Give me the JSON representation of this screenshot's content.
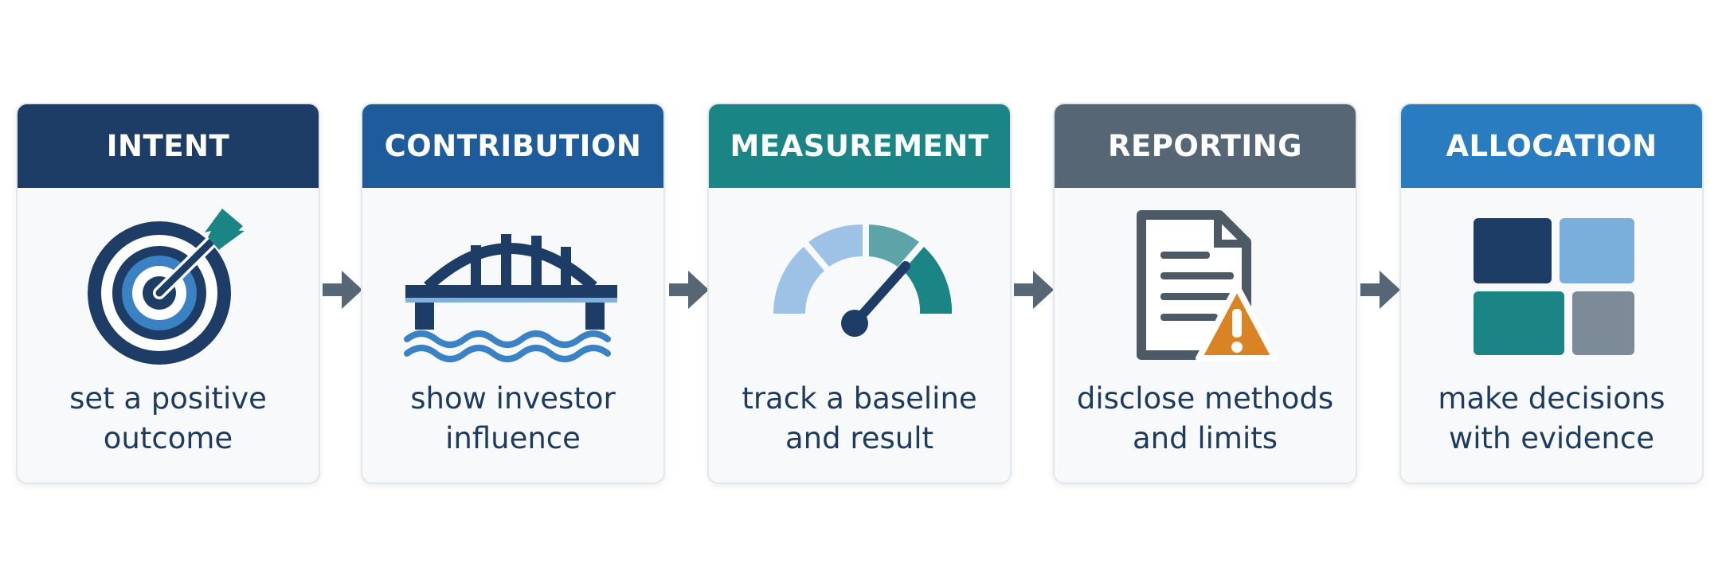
{
  "steps": [
    {
      "title": "INTENT",
      "line1": "set a positive",
      "line2": "outcome",
      "icon": "target-icon",
      "color": "#1d3d66"
    },
    {
      "title": "CONTRIBUTION",
      "line1": "show investor",
      "line2": "influence",
      "icon": "bridge-icon",
      "color": "#1e5b9b"
    },
    {
      "title": "MEASUREMENT",
      "line1": "track a baseline",
      "line2": "and result",
      "icon": "gauge-icon",
      "color": "#1a8584"
    },
    {
      "title": "REPORTING",
      "line1": "disclose methods",
      "line2": "and limits",
      "icon": "document-warning-icon",
      "color": "#566674"
    },
    {
      "title": "ALLOCATION",
      "line1": "make decisions",
      "line2": "with evidence",
      "icon": "grid-blocks-icon",
      "color": "#2a7cc1"
    }
  ]
}
